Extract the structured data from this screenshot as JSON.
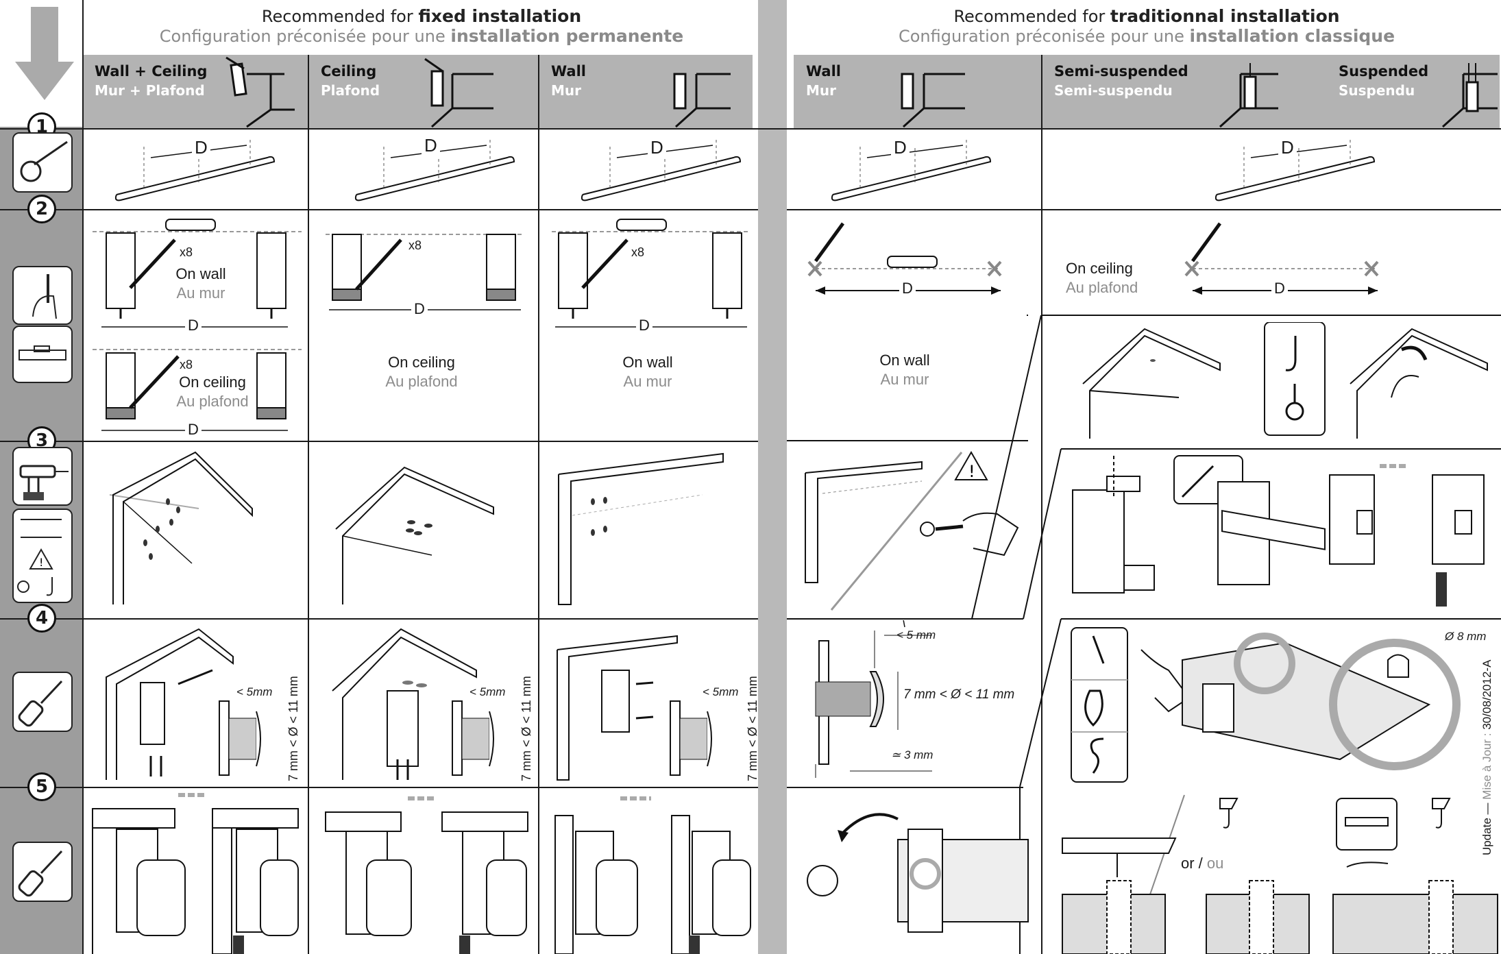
{
  "header_fixed": {
    "en_prefix": "Recommended for",
    "en_bold": "fixed installation",
    "fr_prefix": "Configuration préconisée pour une",
    "fr_bold": "installation permanente"
  },
  "header_traditional": {
    "en_prefix": "Recommended for",
    "en_bold": "traditionnal installation",
    "fr_prefix": "Configuration préconisée pour une",
    "fr_bold": "installation classique"
  },
  "columns": [
    {
      "en": "Wall + Ceiling",
      "fr": "Mur + Plafond"
    },
    {
      "en": "Ceiling",
      "fr": "Plafond"
    },
    {
      "en": "Wall",
      "fr": "Mur"
    },
    {
      "en": "Wall",
      "fr": "Mur"
    },
    {
      "en": "Semi-suspended",
      "fr": "Semi-suspendu"
    },
    {
      "en": "Suspended",
      "fr": "Suspendu"
    }
  ],
  "steps": [
    "1",
    "2",
    "3",
    "4",
    "5"
  ],
  "labels": {
    "d": "D",
    "x8": "x8",
    "on_wall": "On wall",
    "au_mur": "Au mur",
    "on_ceiling": "On ceiling",
    "au_plafond": "Au plafond",
    "lt5mm": "< 5mm",
    "lt5mm_spaced": "< 5 mm",
    "dia_range": "7 mm < Ø < 11 mm",
    "approx3": "≃ 3 mm",
    "dia8": "Ø 8 mm",
    "or": "or",
    "ou": "ou",
    "update": "Update —",
    "mise_a_jour": "Mise à Jour :",
    "date": "30/08/2012-A"
  }
}
